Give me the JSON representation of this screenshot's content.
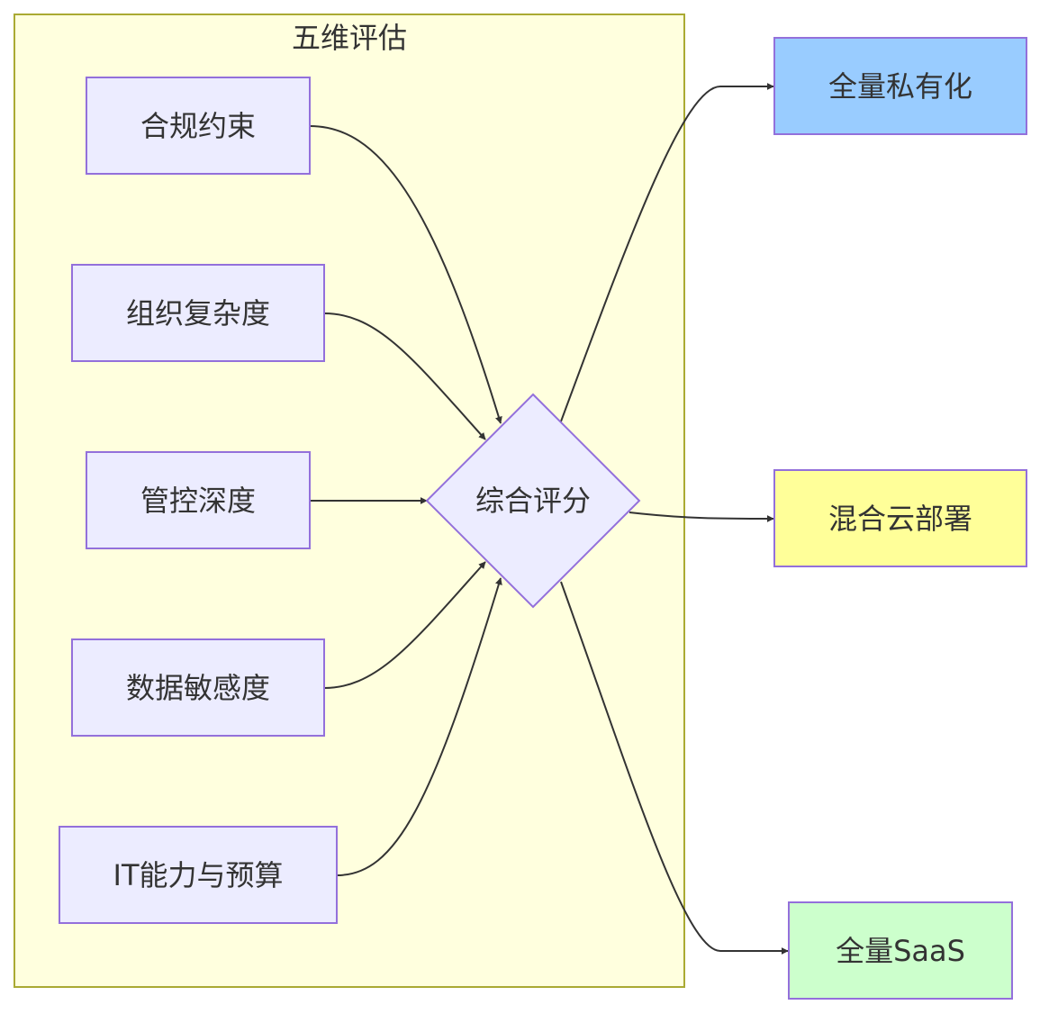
{
  "cluster": {
    "title": "五维评估"
  },
  "inputs": [
    {
      "label": "合规约束"
    },
    {
      "label": "组织复杂度"
    },
    {
      "label": "管控深度"
    },
    {
      "label": "数据敏感度"
    },
    {
      "label": "IT能力与预算"
    }
  ],
  "decision": {
    "label": "综合评分"
  },
  "outcomes": [
    {
      "label": "全量私有化",
      "color": "#99ccff"
    },
    {
      "label": "混合云部署",
      "color": "#ffff99"
    },
    {
      "label": "全量SaaS",
      "color": "#ccffcc"
    }
  ],
  "colors": {
    "cluster_fill": "#ffffde",
    "cluster_stroke": "#aaaa33",
    "node_fill": "#ececff",
    "node_stroke": "#9370db",
    "edge": "#333333"
  }
}
